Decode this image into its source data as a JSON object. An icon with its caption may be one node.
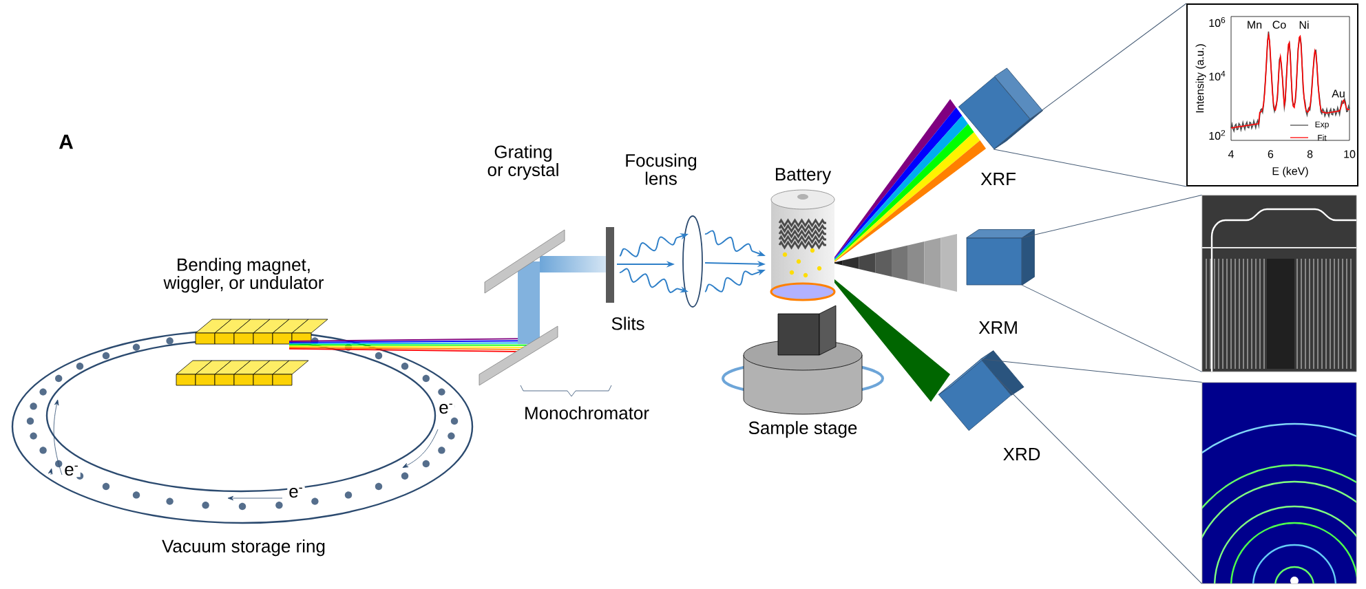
{
  "diagram": {
    "nodes": [
      {
        "text": [
          "XRF"
        ]
      },
      {
        "text": [
          "XRM"
        ]
      },
      {
        "text": [
          "XRD"
        ]
      },
      {
        "text": [
          "Intensity (a.u.)",
          "10$^{6}$",
          "10$^{4}$",
          "10$^{2}$",
          "4",
          "6",
          "8",
          "10",
          "E (keV)",
          "Mn",
          "Co",
          "Ni",
          "Au"
        ]
      },
      {
        "text": [],
        "shape": "picture"
      },
      {
        "text": [],
        "shape": "picture"
      }
    ],
    "edges": [
      {
        "from": 0,
        "to": 3,
        "arrow": "none"
      },
      {
        "from": 0,
        "to": 3,
        "arrow": "none"
      },
      {
        "from": 1,
        "to": 4,
        "arrow": "none"
      },
      {
        "from": 1,
        "to": 4,
        "arrow": "none"
      },
      {
        "from": 2,
        "to": 5,
        "arrow": "none"
      },
      {
        "from": 2,
        "to": 5,
        "arrow": "none"
      }
    ],
    "labels": [
      "A",
      "Grating or crystal",
      "Focusing lens",
      "Battery",
      "Bending magnet, wiggler, or undulator",
      "Slits",
      "Monochromator",
      "Sample stage",
      "e$^{-}$",
      "e$^{-}$",
      "e$^{-}$",
      "Vacuum storage ring"
    ],
    "legend": [
      {
        "text": "Exp"
      },
      {
        "text": "Fit"
      }
    ]
  }
}
